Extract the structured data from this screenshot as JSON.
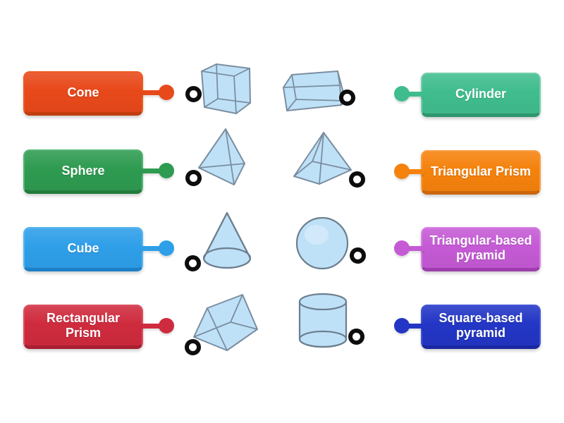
{
  "canvas": {
    "background": "#ffffff",
    "shape_fill": "#bfe1f8",
    "shape_stroke": "#7a8ea0",
    "shape_stroke_dark": "#6c7f8f",
    "ring_color": "#0d0d0d"
  },
  "left_labels": [
    {
      "text": "Cone",
      "bg": "#e8491b",
      "border": "#ef5a22",
      "edge": "#c23d0e"
    },
    {
      "text": "Sphere",
      "bg": "#2e9b51",
      "border": "#55b476",
      "edge": "#237b3e"
    },
    {
      "text": "Cube",
      "bg": "#2e9fe9",
      "border": "#59b5ef",
      "edge": "#1d7fc6"
    },
    {
      "text": "Rectangular Prism",
      "bg": "#cf2b3e",
      "border": "#dc5060",
      "edge": "#a81f30"
    }
  ],
  "right_labels": [
    {
      "text": "Cylinder",
      "bg": "#40bd8e",
      "border": "#6fd0ac",
      "edge": "#2f966f"
    },
    {
      "text": "Triangular Prism",
      "bg": "#f5820d",
      "border": "#f89c42",
      "edge": "#cb660a"
    },
    {
      "text": "Triangular-based pyramid",
      "bg": "#c55ad5",
      "border": "#d683e2",
      "edge": "#9f3dae"
    },
    {
      "text": "Square-based pyramid",
      "bg": "#2336c5",
      "border": "#4153d6",
      "edge": "#1a27a0"
    }
  ],
  "shape_images": [
    "cube",
    "cuboid",
    "tetrahedron",
    "square-pyramid",
    "cone",
    "sphere",
    "triangular-prism",
    "cylinder"
  ]
}
